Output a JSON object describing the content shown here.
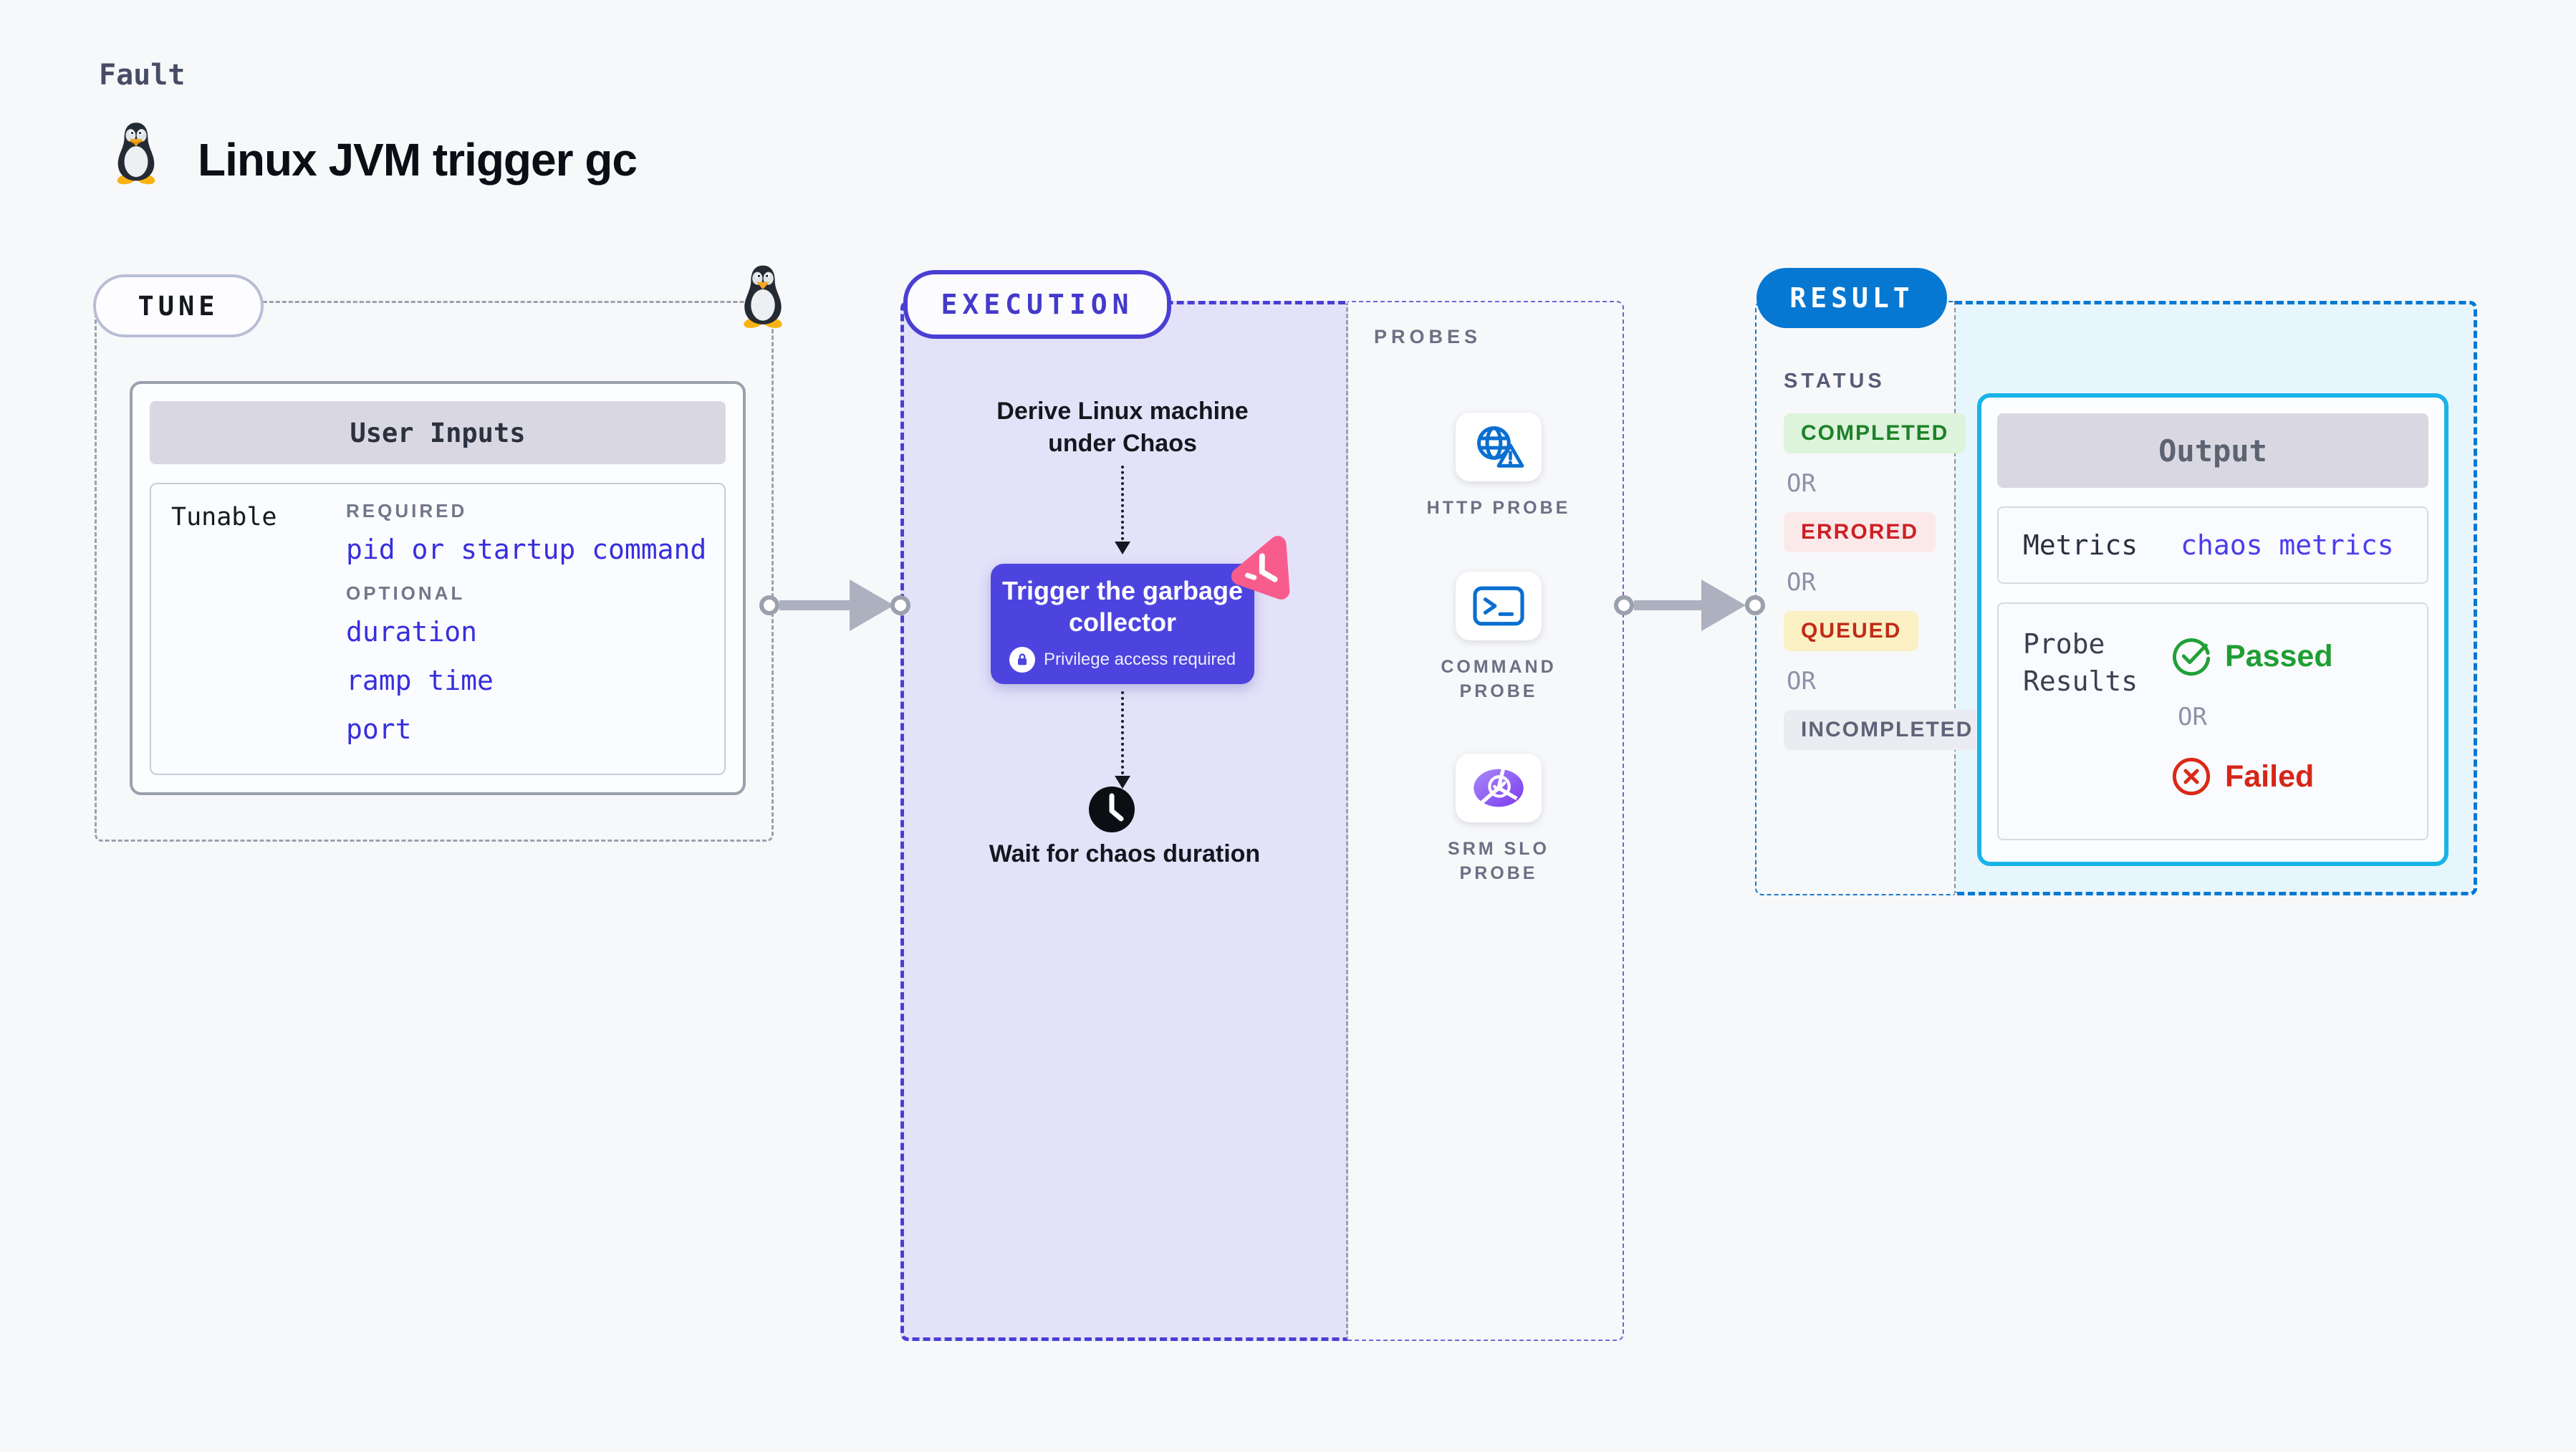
{
  "header": {
    "kicker": "Fault",
    "title": "Linux JVM trigger gc",
    "icon": "linux-penguin"
  },
  "tune": {
    "label": "TUNE",
    "card_title": "User Inputs",
    "row_label": "Tunable",
    "required_label": "REQUIRED",
    "required_items": [
      "pid or startup command"
    ],
    "optional_label": "OPTIONAL",
    "optional_items": [
      "duration",
      "ramp time",
      "port"
    ]
  },
  "execution": {
    "label": "EXECUTION",
    "step_derive": "Derive Linux machine under Chaos",
    "action": {
      "title": "Trigger the garbage collector",
      "badge": "Privilege access required",
      "color": "#4d44df",
      "chaos_icon_color": "#f85c8d"
    },
    "step_wait": "Wait for chaos duration",
    "probes": {
      "label": "PROBES",
      "items": [
        {
          "name": "HTTP PROBE",
          "icon": "globe-alert-icon"
        },
        {
          "name": "COMMAND PROBE",
          "icon": "terminal-icon"
        },
        {
          "name": "SRM SLO PROBE",
          "icon": "slo-donut-icon"
        }
      ]
    }
  },
  "result": {
    "label": "RESULT",
    "status": {
      "label": "STATUS",
      "or_label": "OR",
      "badges": [
        {
          "text": "COMPLETED",
          "fg": "#1d8127",
          "bg": "#ddf3dc"
        },
        {
          "text": "ERRORED",
          "fg": "#cd2026",
          "bg": "#fbe9e9"
        },
        {
          "text": "QUEUED",
          "fg": "#c22a18",
          "bg": "#faf0c3"
        },
        {
          "text": "INCOMPLETED",
          "fg": "#5d6378",
          "bg": "#ebecf1"
        }
      ]
    },
    "output": {
      "title": "Output",
      "metrics_label": "Metrics",
      "metrics_value": "chaos metrics",
      "probe_results_label": "Probe Results",
      "passed_label": "Passed",
      "or_label": "OR",
      "failed_label": "Failed",
      "passed_color": "#21a038",
      "failed_color": "#da2917"
    }
  },
  "colors": {
    "background": "#f7f8fa",
    "accent_indigo": "#4a3fd3",
    "accent_blue": "#0778d2",
    "accent_cyan": "#18b4e8",
    "link_blue": "#372fdd",
    "lavender_panel": "#e4e2f9",
    "cyan_panel": "#e7f5fc"
  }
}
